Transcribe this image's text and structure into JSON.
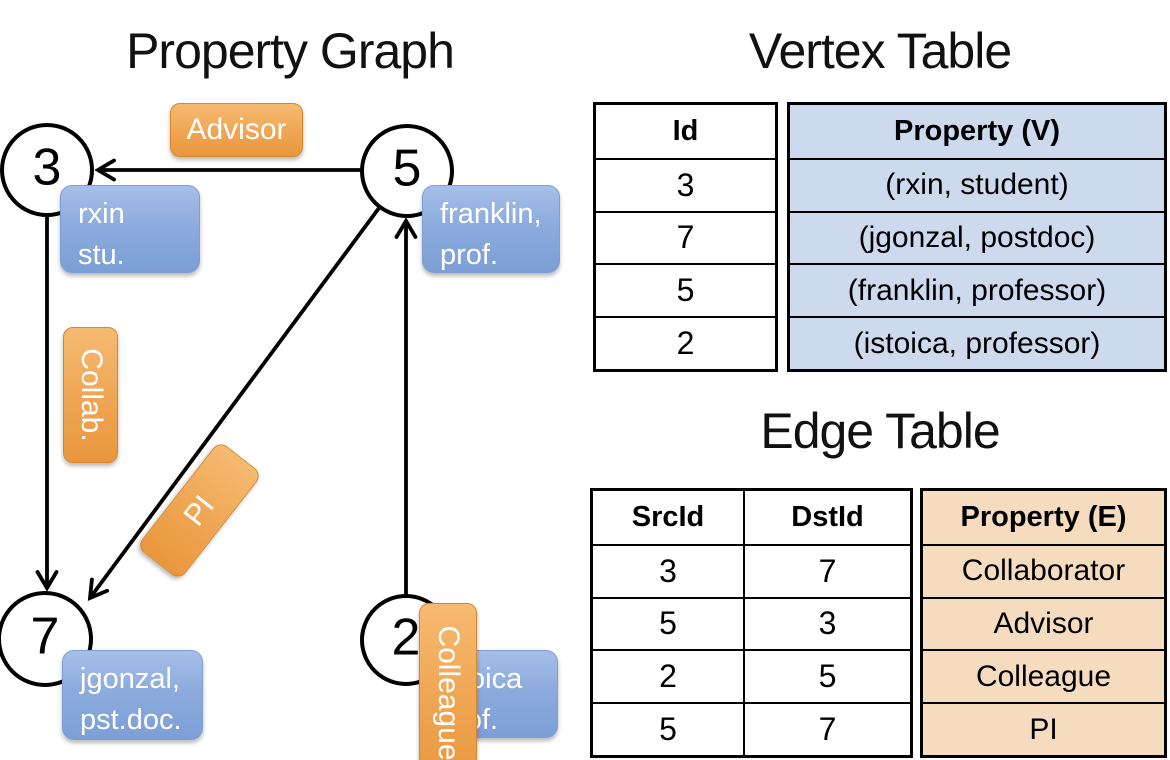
{
  "titles": {
    "graph": "Property Graph",
    "vertex_table": "Vertex Table",
    "edge_table": "Edge Table"
  },
  "graph": {
    "nodes": [
      {
        "id": "3",
        "label_line1": "rxin",
        "label_line2": "stu."
      },
      {
        "id": "5",
        "label_line1": "franklin,",
        "label_line2": "prof."
      },
      {
        "id": "7",
        "label_line1": "jgonzal,",
        "label_line2": "pst.doc."
      },
      {
        "id": "2",
        "label_line1": "istoica",
        "label_line2": "prof."
      }
    ],
    "edge_labels": {
      "advisor": "Advisor",
      "collab": "Collab.",
      "pi": "PI",
      "colleague": "Colleague"
    }
  },
  "vertex_table": {
    "id_header": "Id",
    "prop_header": "Property (V)",
    "rows": [
      {
        "id": "3",
        "prop": "(rxin, student)"
      },
      {
        "id": "7",
        "prop": "(jgonzal, postdoc)"
      },
      {
        "id": "5",
        "prop": "(franklin, professor)"
      },
      {
        "id": "2",
        "prop": "(istoica, professor)"
      }
    ]
  },
  "edge_table": {
    "src_header": "SrcId",
    "dst_header": "DstId",
    "prop_header": "Property (E)",
    "rows": [
      {
        "src": "3",
        "dst": "7",
        "prop": "Collaborator"
      },
      {
        "src": "5",
        "dst": "3",
        "prop": "Advisor"
      },
      {
        "src": "2",
        "dst": "5",
        "prop": "Colleague"
      },
      {
        "src": "5",
        "dst": "7",
        "prop": "PI"
      }
    ]
  },
  "colors": {
    "edge_label_orange_top": "#f6ba72",
    "edge_label_orange_bottom": "#e9973d",
    "vertex_label_blue_top": "#a6bfe8",
    "vertex_label_blue_bottom": "#7c9fd6",
    "vertex_table_fill": "#cdd9ec",
    "edge_table_fill": "#f5dcbf",
    "node_fill": "#ffffff",
    "line_color": "#000000"
  }
}
